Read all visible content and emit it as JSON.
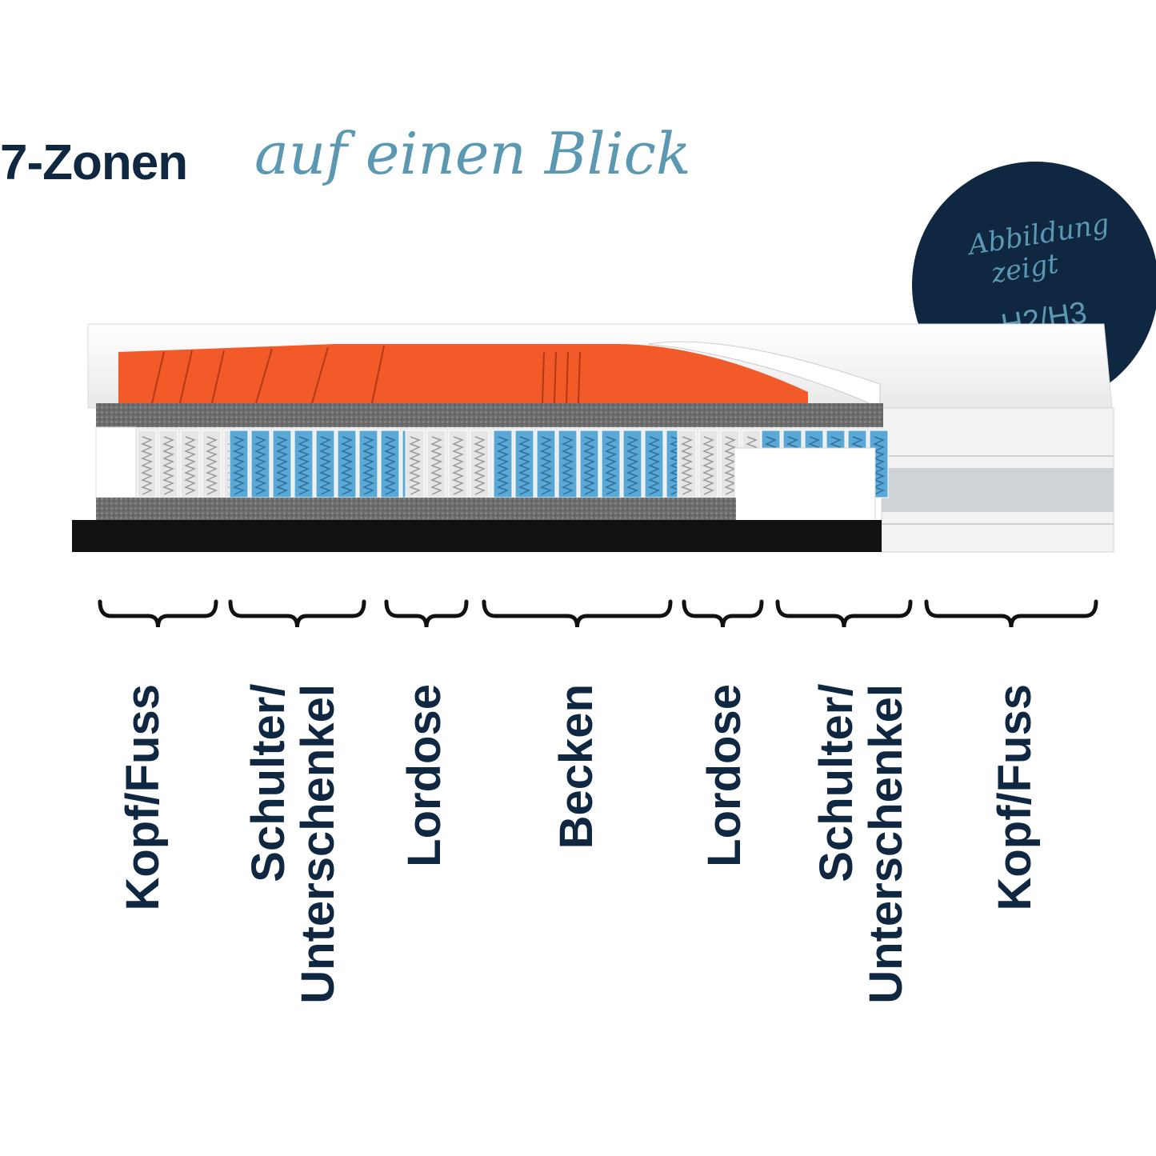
{
  "title": {
    "main": "7-Zonen",
    "script": "auf einen Blick"
  },
  "badge": {
    "line1": "Abbildung",
    "line2": "zeigt",
    "line3": "H2/H3"
  },
  "zones": [
    {
      "label": "Kopf/Fuss"
    },
    {
      "label": "Schulter/\nUnterschenkel"
    },
    {
      "label": "Lordose"
    },
    {
      "label": "Becken"
    },
    {
      "label": "Lordose"
    },
    {
      "label": "Schulter/\nUnterschenkel"
    },
    {
      "label": "Kopf/Fuss"
    }
  ],
  "colors": {
    "navy": "#0f2740",
    "accent": "#5b98b2",
    "foam_orange": "#f25a2a",
    "spring_blue": "#5aa8d6",
    "felt_grey": "#6d6d6d",
    "base_black": "#111111"
  }
}
